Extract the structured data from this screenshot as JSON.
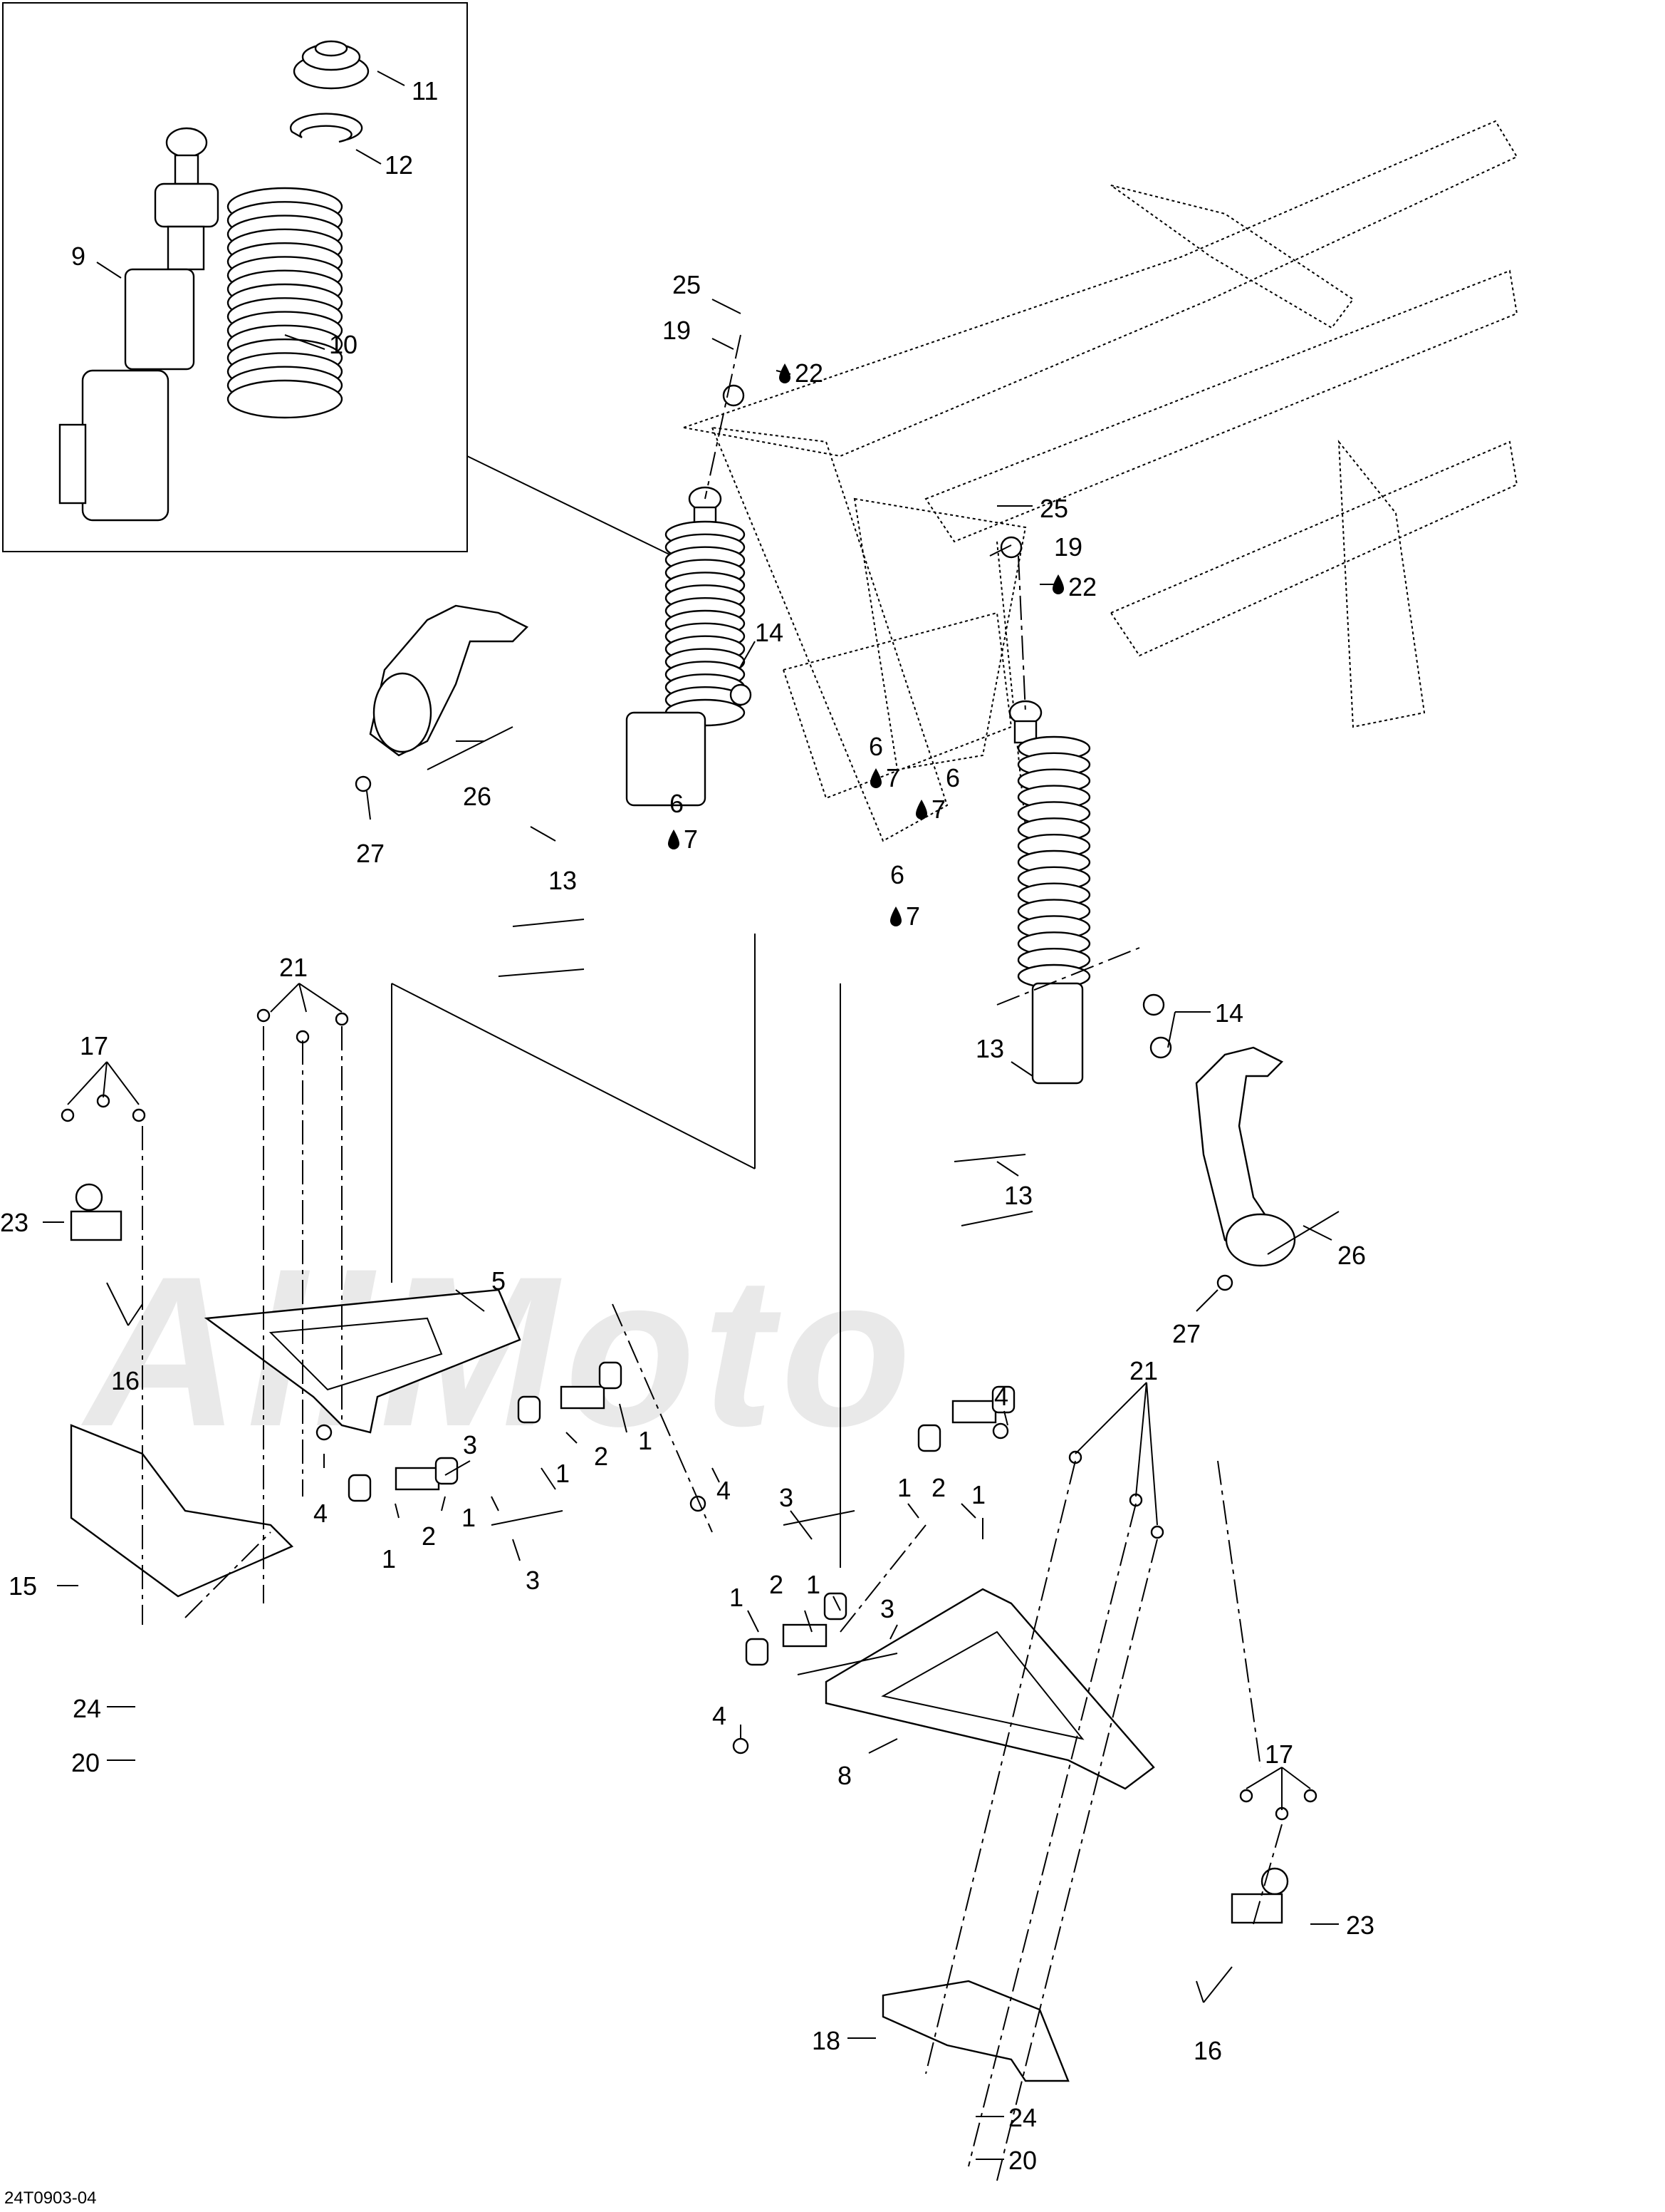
{
  "diagram": {
    "drawing_code": "24T0903-04",
    "watermark": "AllMoto",
    "callouts": [
      {
        "id": "c-11",
        "label": "11"
      },
      {
        "id": "c-12",
        "label": "12"
      },
      {
        "id": "c-9",
        "label": "9"
      },
      {
        "id": "c-10",
        "label": "10"
      },
      {
        "id": "c-25a",
        "label": "25"
      },
      {
        "id": "c-19a",
        "label": "19"
      },
      {
        "id": "c-22a",
        "label": "22"
      },
      {
        "id": "c-25b",
        "label": "25"
      },
      {
        "id": "c-19b",
        "label": "19"
      },
      {
        "id": "c-22b",
        "label": "22"
      },
      {
        "id": "c-14a",
        "label": "14"
      },
      {
        "id": "c-26a",
        "label": "26"
      },
      {
        "id": "c-27a",
        "label": "27"
      },
      {
        "id": "c-13a",
        "label": "13"
      },
      {
        "id": "c-6a",
        "label": "6"
      },
      {
        "id": "c-7a",
        "label": "7"
      },
      {
        "id": "c-6b",
        "label": "6"
      },
      {
        "id": "c-7b",
        "label": "7"
      },
      {
        "id": "c-6c",
        "label": "6"
      },
      {
        "id": "c-7c",
        "label": "7"
      },
      {
        "id": "c-6d",
        "label": "6"
      },
      {
        "id": "c-7d",
        "label": "7"
      },
      {
        "id": "c-21a",
        "label": "21"
      },
      {
        "id": "c-17a",
        "label": "17"
      },
      {
        "id": "c-23a",
        "label": "23"
      },
      {
        "id": "c-16a",
        "label": "16"
      },
      {
        "id": "c-5",
        "label": "5"
      },
      {
        "id": "c-3a",
        "label": "3"
      },
      {
        "id": "c-2a",
        "label": "2"
      },
      {
        "id": "c-1a",
        "label": "1"
      },
      {
        "id": "c-1b",
        "label": "1"
      },
      {
        "id": "c-4a",
        "label": "4"
      },
      {
        "id": "c-4b",
        "label": "4"
      },
      {
        "id": "c-2b",
        "label": "2"
      },
      {
        "id": "c-1c",
        "label": "1"
      },
      {
        "id": "c-1d",
        "label": "1"
      },
      {
        "id": "c-3b",
        "label": "3"
      },
      {
        "id": "c-15",
        "label": "15"
      },
      {
        "id": "c-24a",
        "label": "24"
      },
      {
        "id": "c-20a",
        "label": "20"
      },
      {
        "id": "c-14b",
        "label": "14"
      },
      {
        "id": "c-13b",
        "label": "13"
      },
      {
        "id": "c-13c",
        "label": "13"
      },
      {
        "id": "c-26b",
        "label": "26"
      },
      {
        "id": "c-27b",
        "label": "27"
      },
      {
        "id": "c-4c",
        "label": "4"
      },
      {
        "id": "c-21b",
        "label": "21"
      },
      {
        "id": "c-3c",
        "label": "3"
      },
      {
        "id": "c-1e",
        "label": "1"
      },
      {
        "id": "c-2c",
        "label": "2"
      },
      {
        "id": "c-1f",
        "label": "1"
      },
      {
        "id": "c-1g",
        "label": "1"
      },
      {
        "id": "c-2d",
        "label": "2"
      },
      {
        "id": "c-1h",
        "label": "1"
      },
      {
        "id": "c-3d",
        "label": "3"
      },
      {
        "id": "c-4d",
        "label": "4"
      },
      {
        "id": "c-8",
        "label": "8"
      },
      {
        "id": "c-17b",
        "label": "17"
      },
      {
        "id": "c-23b",
        "label": "23"
      },
      {
        "id": "c-16b",
        "label": "16"
      },
      {
        "id": "c-18",
        "label": "18"
      },
      {
        "id": "c-24b",
        "label": "24"
      },
      {
        "id": "c-20b",
        "label": "20"
      }
    ]
  }
}
